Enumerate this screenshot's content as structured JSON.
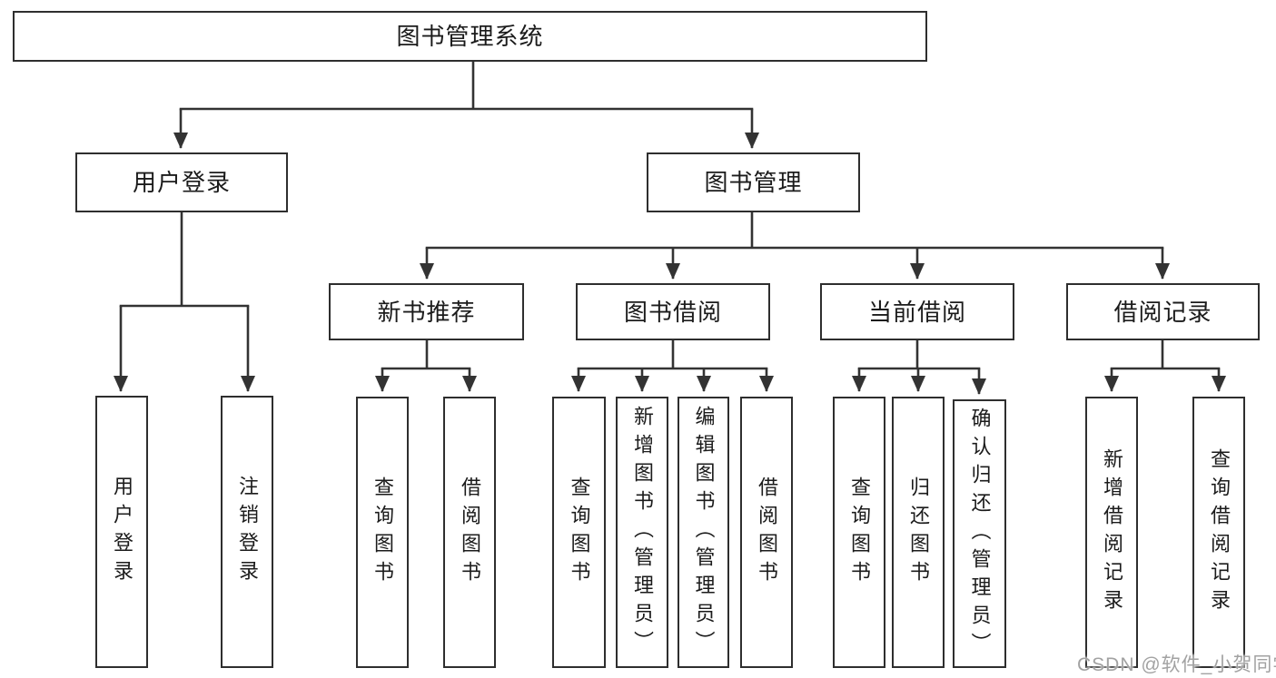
{
  "colors": {
    "background": "#ffffff",
    "line": "#333333",
    "box_border": "#2e2e2e",
    "text": "#1b1b1b",
    "watermark": "#a2a2a2"
  },
  "tree": {
    "root": {
      "label": "图书管理系统"
    },
    "level2": [
      {
        "label": "用户登录"
      },
      {
        "label": "图书管理"
      }
    ],
    "level3": [
      {
        "label": "新书推荐"
      },
      {
        "label": "图书借阅"
      },
      {
        "label": "当前借阅"
      },
      {
        "label": "借阅记录"
      }
    ],
    "leaves": {
      "user_login": [
        "用户登录",
        "注销登录"
      ],
      "new_book": [
        "查询图书",
        "借阅图书"
      ],
      "borrow": [
        "查询图书",
        "新增图书（管理员）",
        "编辑图书（管理员）",
        "借阅图书"
      ],
      "current": [
        "查询图书",
        "归还图书",
        "确认归还（管理员）"
      ],
      "records": [
        "新增借阅记录",
        "查询借阅记录"
      ]
    }
  },
  "watermark": {
    "text": "CSDN @软件_小贺同学"
  }
}
